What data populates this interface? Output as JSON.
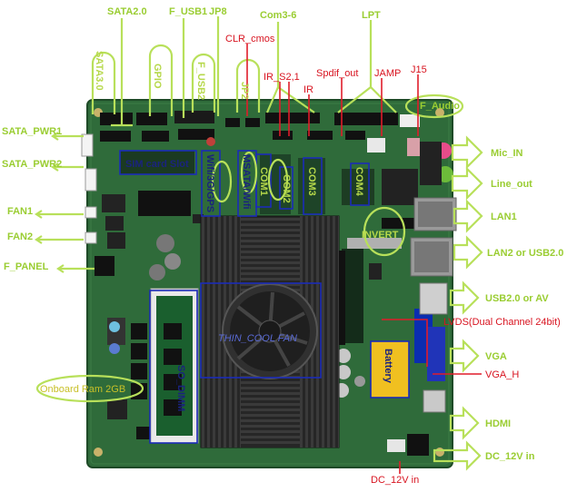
{
  "labels": {
    "sata2": "SATA2.0",
    "f_usb1": "F_USB1",
    "jp8": "JP8",
    "com3_6": "Com3-6",
    "lpt": "LPT",
    "clr_cmos": "CLR_cmos",
    "ir_s21": "IR_S2,1",
    "ir": "IR",
    "spdif_out": "Spdif_out",
    "jamp": "JAMP",
    "j15": "J15",
    "sata30": "SATA3.0",
    "gpio": "GPIO",
    "f_usb2": "F_USB2",
    "jp2": "JP2",
    "f_audio": "F_Audio",
    "sata_pwr1": "SATA_PWR1",
    "sata_pwr2": "SATA_PWR2",
    "fan1": "FAN1",
    "fan2": "FAN2",
    "f_panel": "F_PANEL",
    "onboard_ram": "Onboard Ram 2GB",
    "mic_in": "Mic_IN",
    "line_out": "Line_out",
    "lan1": "LAN1",
    "lan2_usb": "LAN2 or USB2.0",
    "usb_av": "USB2.0 or AV",
    "lvds": "LVDS(Dual Channel 24bit)",
    "vga": "VGA",
    "vga_h": "VGA_H",
    "hdmi": "HDMI",
    "dc12_r": "DC_12V in",
    "dc12_b": "DC_12V in",
    "sim": "SIM card Slot",
    "wifi": "Wifi/3G/GPS",
    "msata": "MSATA/Wifi",
    "com1": "COM1",
    "com2": "COM2",
    "com3": "COM3",
    "com4": "COM4",
    "invert": "INVERT",
    "thin_cool_fan": "THIN_COOL FAN",
    "so_dimm": "SO_DIMM",
    "battery": "Battery"
  },
  "colors": {
    "green": "#9acd32",
    "red": "#d81420",
    "blue": "#1b2bb8",
    "board": "#2f6b3a",
    "heatsink": "#2a2a2a"
  }
}
